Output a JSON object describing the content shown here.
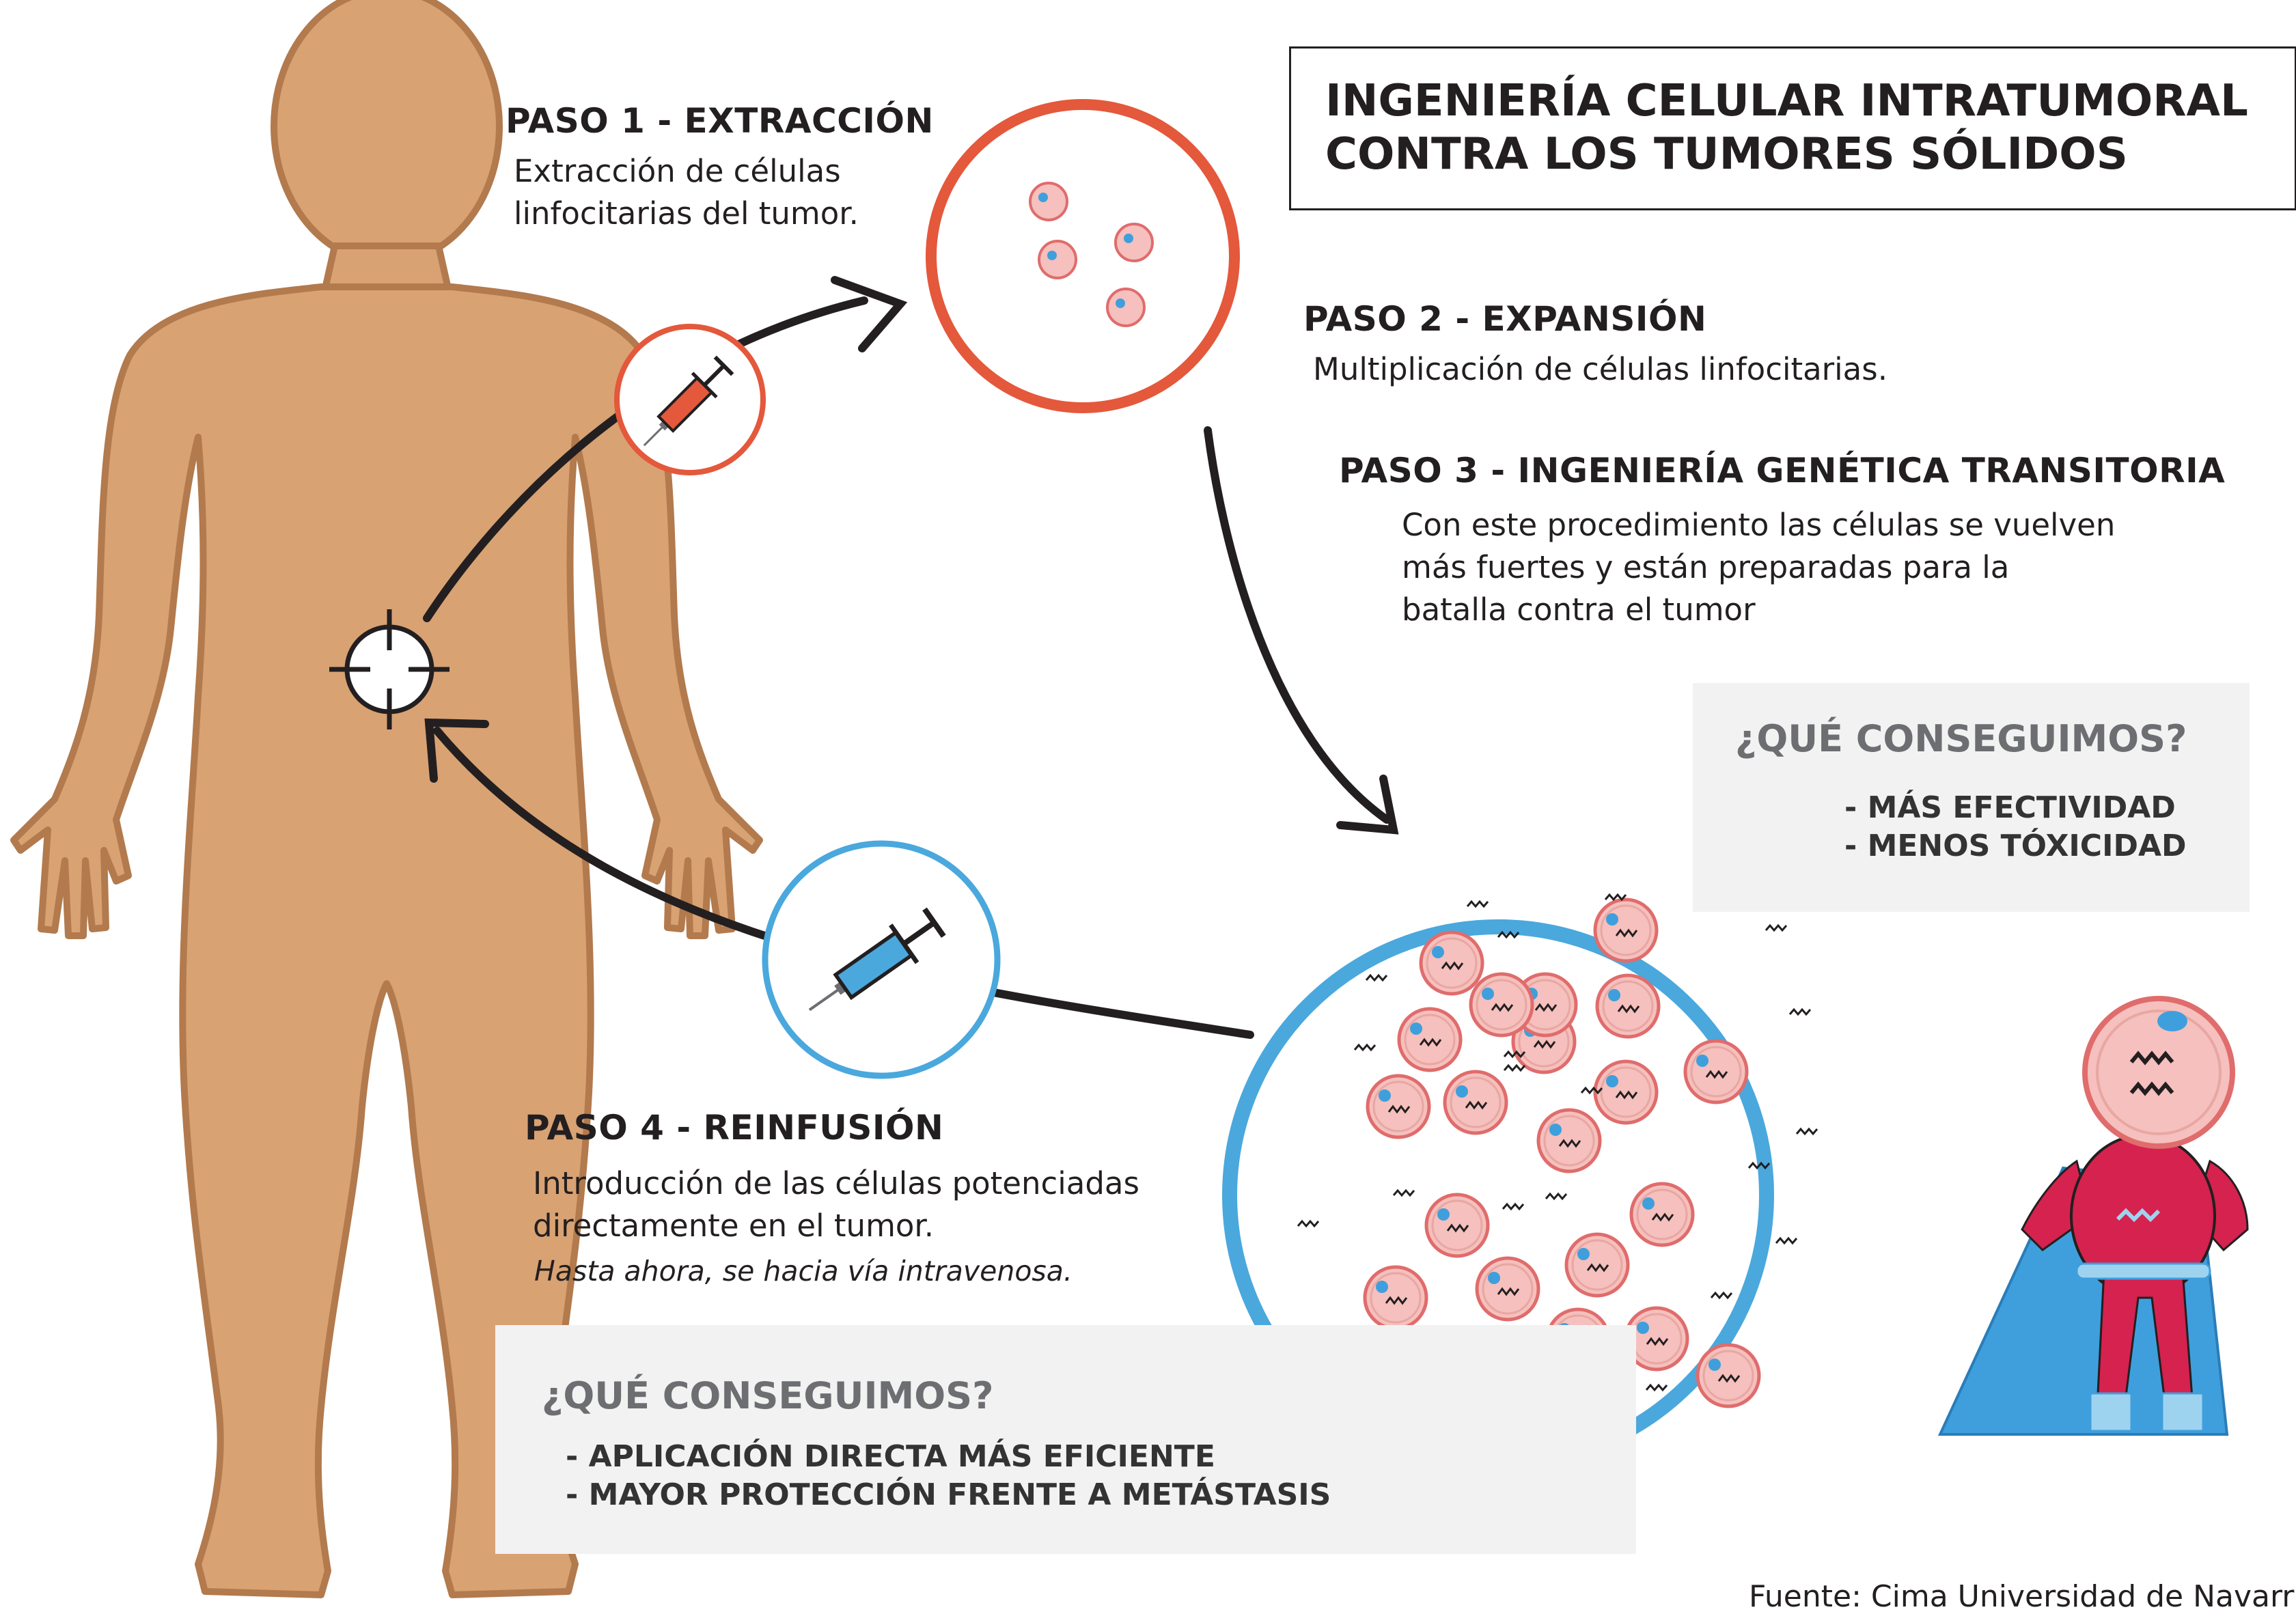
{
  "title": {
    "line1": "INGENIERÍA CELULAR INTRATUMORAL",
    "line2": "CONTRA LOS TUMORES SÓLIDOS"
  },
  "steps": {
    "step1": {
      "title": "PASO 1 - EXTRACCIÓN",
      "text1": "Extracción de células",
      "text2": "linfocitarias del tumor."
    },
    "step2": {
      "title": "PASO 2  - EXPANSIÓN",
      "text1": "Multiplicación de células linfocitarias."
    },
    "step3": {
      "title": "PASO 3  - INGENIERÍA GENÉTICA TRANSITORIA",
      "text1": "Con este procedimiento las células se vuelven",
      "text2": "más fuertes y están preparadas para la",
      "text3": "batalla contra el tumor"
    },
    "step4": {
      "title": "PASO 4 - REINFUSIÓN",
      "text1": "Introducción de las células potenciadas",
      "text2": "directamente en el tumor.",
      "note": "Hasta ahora, se hacia vía intravenosa."
    }
  },
  "benefits_right": {
    "heading": "¿QUÉ CONSEGUIMOS?",
    "items": [
      "- MÁS EFECTIVIDAD",
      "- MENOS TÓXICIDAD"
    ]
  },
  "benefits_bottom": {
    "heading": "¿QUÉ CONSEGUIMOS?",
    "items": [
      "- APLICACIÓN DIRECTA MÁS EFICIENTE",
      "- MAYOR PROTECCIÓN FRENTE A METÁSTASIS"
    ]
  },
  "source": "Fuente: Cima Universidad de Navarra.",
  "colors": {
    "skin": "#d9a273",
    "skin_outline": "#b27a4d",
    "red_ring": "#e4583b",
    "blue_ring": "#4aa8dd",
    "cell_fill": "#f5c0bd",
    "cell_stroke": "#e06c6c",
    "nucleus": "#3f9fdc",
    "hero_suit": "#d6224e",
    "hero_cape": "#3f9fdc",
    "arrow": "#231f20"
  },
  "icons": [
    "syringe-red-icon",
    "syringe-blue-icon",
    "target-icon",
    "superhero-cell-icon"
  ]
}
